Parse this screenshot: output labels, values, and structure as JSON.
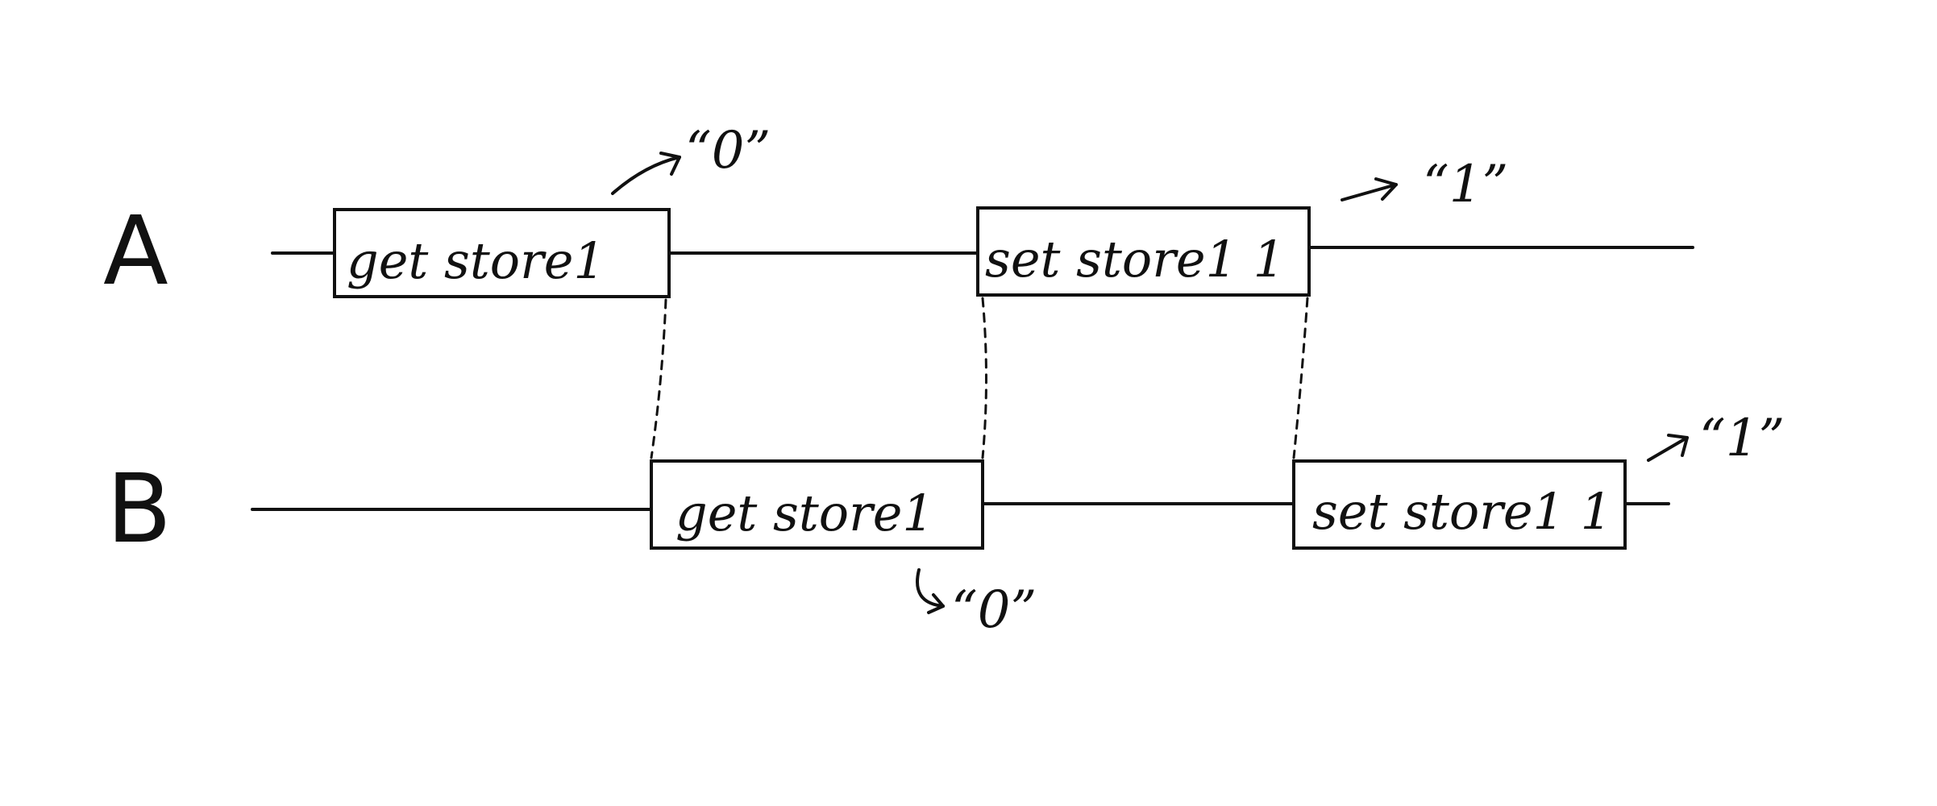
{
  "lanes": {
    "a": {
      "label": "A"
    },
    "b": {
      "label": "B"
    }
  },
  "operations": {
    "a_get": {
      "text": "get store1",
      "result": "“0”"
    },
    "a_set": {
      "text": "set store1 1",
      "result": "“1”"
    },
    "b_get": {
      "text": "get store1",
      "result": "“0”"
    },
    "b_set": {
      "text": "set store1 1",
      "result": "“1”"
    }
  },
  "colors": {
    "ink": "#111111",
    "background": "#ffffff"
  }
}
